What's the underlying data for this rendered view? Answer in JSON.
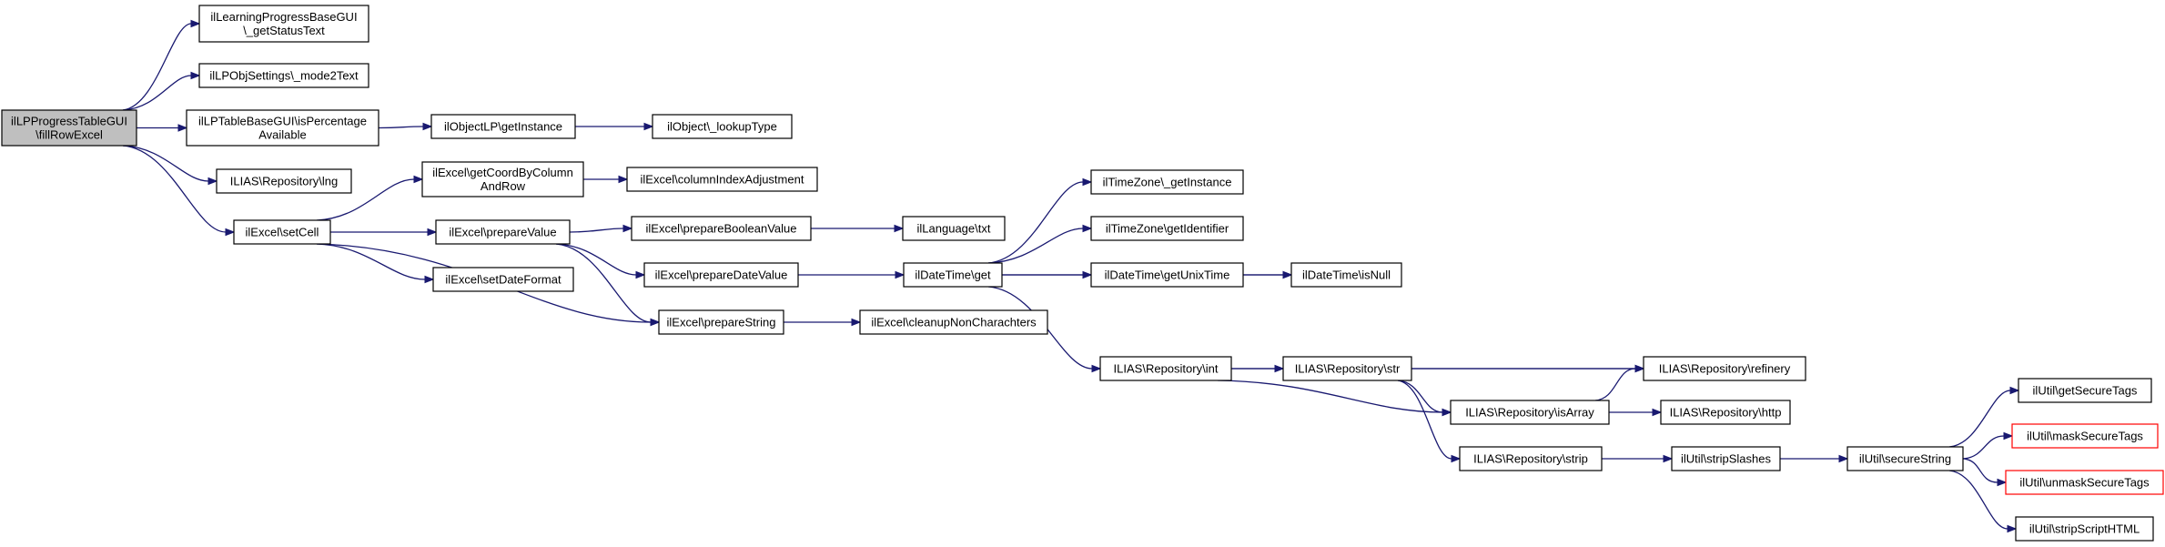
{
  "graph": {
    "type": "call-graph",
    "colors": {
      "edge": "#191970",
      "root_fill": "#bfbfbf",
      "node_border": "#000000",
      "truncated_border": "#ff0000"
    },
    "nodes": [
      {
        "id": "root",
        "lines": [
          "ilLPProgressTableGUI",
          "\\fillRowExcel"
        ],
        "root": true
      },
      {
        "id": "lpb_status",
        "lines": [
          "ilLearningProgressBaseGUI",
          "\\_getStatusText"
        ]
      },
      {
        "id": "objsettings",
        "lines": [
          "ilLPObjSettings\\_mode2Text"
        ]
      },
      {
        "id": "tblbase",
        "lines": [
          "ilLPTableBaseGUI\\isPercentage",
          "Available"
        ]
      },
      {
        "id": "objlp",
        "lines": [
          "ilObjectLP\\getInstance"
        ]
      },
      {
        "id": "lookup",
        "lines": [
          "ilObject\\_lookupType"
        ]
      },
      {
        "id": "lng",
        "lines": [
          "ILIAS\\Repository\\lng"
        ]
      },
      {
        "id": "setcell",
        "lines": [
          "ilExcel\\setCell"
        ]
      },
      {
        "id": "coord",
        "lines": [
          "ilExcel\\getCoordByColumn",
          "AndRow"
        ]
      },
      {
        "id": "colidx",
        "lines": [
          "ilExcel\\columnIndexAdjustment"
        ]
      },
      {
        "id": "prepval",
        "lines": [
          "ilExcel\\prepareValue"
        ]
      },
      {
        "id": "prepbool",
        "lines": [
          "ilExcel\\prepareBooleanValue"
        ]
      },
      {
        "id": "langtxt",
        "lines": [
          "ilLanguage\\txt"
        ]
      },
      {
        "id": "setdate",
        "lines": [
          "ilExcel\\setDateFormat"
        ]
      },
      {
        "id": "prepdate",
        "lines": [
          "ilExcel\\prepareDateValue"
        ]
      },
      {
        "id": "dtget",
        "lines": [
          "ilDateTime\\get"
        ]
      },
      {
        "id": "tzinst",
        "lines": [
          "ilTimeZone\\_getInstance"
        ]
      },
      {
        "id": "tzid",
        "lines": [
          "ilTimeZone\\getIdentifier"
        ]
      },
      {
        "id": "unix",
        "lines": [
          "ilDateTime\\getUnixTime"
        ]
      },
      {
        "id": "isnull",
        "lines": [
          "ilDateTime\\isNull"
        ]
      },
      {
        "id": "prepstr",
        "lines": [
          "ilExcel\\prepareString"
        ]
      },
      {
        "id": "cleanup",
        "lines": [
          "ilExcel\\cleanupNonCharachters"
        ]
      },
      {
        "id": "repint",
        "lines": [
          "ILIAS\\Repository\\int"
        ]
      },
      {
        "id": "repstr",
        "lines": [
          "ILIAS\\Repository\\str"
        ]
      },
      {
        "id": "refinery",
        "lines": [
          "ILIAS\\Repository\\refinery"
        ]
      },
      {
        "id": "isarray",
        "lines": [
          "ILIAS\\Repository\\isArray"
        ]
      },
      {
        "id": "http",
        "lines": [
          "ILIAS\\Repository\\http"
        ]
      },
      {
        "id": "strip",
        "lines": [
          "ILIAS\\Repository\\strip"
        ]
      },
      {
        "id": "stripslashes",
        "lines": [
          "ilUtil\\stripSlashes"
        ]
      },
      {
        "id": "securestr",
        "lines": [
          "ilUtil\\secureString"
        ]
      },
      {
        "id": "getsecure",
        "lines": [
          "ilUtil\\getSecureTags"
        ]
      },
      {
        "id": "masksecure",
        "lines": [
          "ilUtil\\maskSecureTags"
        ],
        "truncated": true
      },
      {
        "id": "unmasksecure",
        "lines": [
          "ilUtil\\unmaskSecureTags"
        ],
        "truncated": true
      },
      {
        "id": "stripscript",
        "lines": [
          "ilUtil\\stripScriptHTML"
        ]
      }
    ],
    "edges": [
      {
        "from": "root",
        "to": "lpb_status"
      },
      {
        "from": "root",
        "to": "objsettings"
      },
      {
        "from": "root",
        "to": "tblbase"
      },
      {
        "from": "root",
        "to": "lng"
      },
      {
        "from": "root",
        "to": "setcell"
      },
      {
        "from": "tblbase",
        "to": "objlp"
      },
      {
        "from": "objlp",
        "to": "lookup"
      },
      {
        "from": "setcell",
        "to": "coord"
      },
      {
        "from": "setcell",
        "to": "prepval"
      },
      {
        "from": "setcell",
        "to": "setdate"
      },
      {
        "from": "setcell",
        "to": "prepstr"
      },
      {
        "from": "coord",
        "to": "colidx"
      },
      {
        "from": "prepval",
        "to": "prepbool"
      },
      {
        "from": "prepval",
        "to": "prepdate"
      },
      {
        "from": "prepval",
        "to": "prepstr"
      },
      {
        "from": "prepbool",
        "to": "langtxt"
      },
      {
        "from": "prepdate",
        "to": "dtget"
      },
      {
        "from": "prepstr",
        "to": "cleanup"
      },
      {
        "from": "dtget",
        "to": "tzinst"
      },
      {
        "from": "dtget",
        "to": "tzid"
      },
      {
        "from": "dtget",
        "to": "unix"
      },
      {
        "from": "dtget",
        "to": "isnull"
      },
      {
        "from": "dtget",
        "to": "repint"
      },
      {
        "from": "unix",
        "to": "isnull"
      },
      {
        "from": "repint",
        "to": "repstr"
      },
      {
        "from": "repint",
        "to": "refinery"
      },
      {
        "from": "repint",
        "to": "isarray"
      },
      {
        "from": "repstr",
        "to": "refinery"
      },
      {
        "from": "repstr",
        "to": "isarray"
      },
      {
        "from": "repstr",
        "to": "strip"
      },
      {
        "from": "isarray",
        "to": "refinery"
      },
      {
        "from": "isarray",
        "to": "http"
      },
      {
        "from": "strip",
        "to": "stripslashes"
      },
      {
        "from": "stripslashes",
        "to": "securestr"
      },
      {
        "from": "securestr",
        "to": "getsecure"
      },
      {
        "from": "securestr",
        "to": "masksecure"
      },
      {
        "from": "securestr",
        "to": "unmasksecure"
      },
      {
        "from": "securestr",
        "to": "stripscript"
      }
    ]
  }
}
